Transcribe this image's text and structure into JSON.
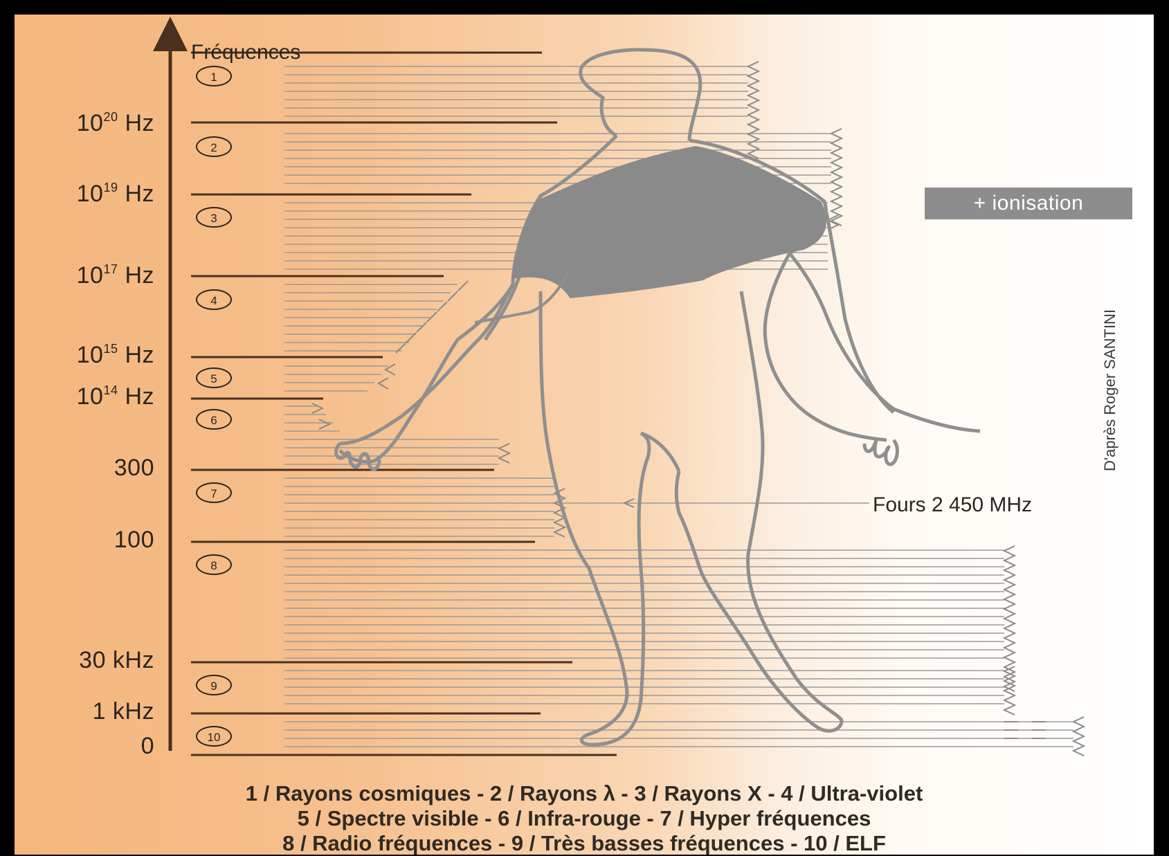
{
  "axis": {
    "title": "Fréquences"
  },
  "tick_labels": [
    {
      "text": "10",
      "sup": "20",
      "unit": " Hz"
    },
    {
      "text": "10",
      "sup": "19",
      "unit": " Hz"
    },
    {
      "text": "10",
      "sup": "17",
      "unit": " Hz"
    },
    {
      "text": "10",
      "sup": "15",
      "unit": " Hz"
    },
    {
      "text": "10",
      "sup": "14",
      "unit": " Hz"
    },
    {
      "text": "300",
      "sup": "",
      "unit": ""
    },
    {
      "text": "100",
      "sup": "",
      "unit": ""
    },
    {
      "text": "30 kHz",
      "sup": "",
      "unit": ""
    },
    {
      "text": "1 kHz",
      "sup": "",
      "unit": ""
    },
    {
      "text": "0",
      "sup": "",
      "unit": ""
    }
  ],
  "bands": [
    "1",
    "2",
    "3",
    "4",
    "5",
    "6",
    "7",
    "8",
    "9",
    "10"
  ],
  "annotations": {
    "ionisation": "+ ionisation",
    "fours": "Fours 2 450 MHz",
    "credit": "D'après Roger SANTINI"
  },
  "legend": {
    "line1": "1 / Rayons cosmiques  -  2 / Rayons λ  -  3 / Rayons X  -  4 / Ultra-violet",
    "line2": "5 / Spectre visible  -  6 / Infra-rouge  -  7 / Hyper fréquences",
    "line3": "8 / Radio fréquences  -  9 / Très basses fréquences  -  10 / ELF"
  },
  "colors": {
    "background_warm": "#f4b67c",
    "axis": "#4a3020",
    "body_outline": "#8f8f8f",
    "torso_fill": "#8a8a8a"
  }
}
